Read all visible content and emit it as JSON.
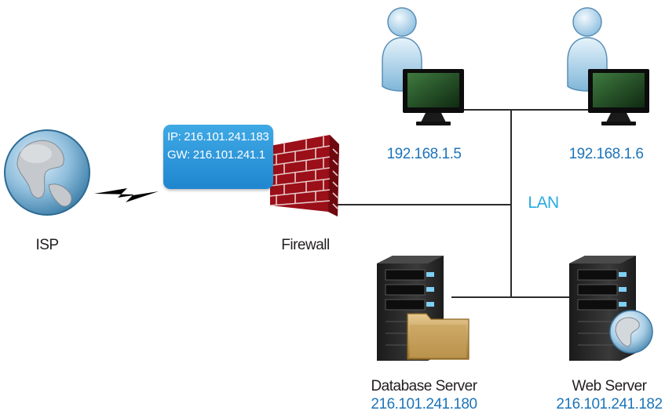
{
  "isp": {
    "label": "ISP",
    "icon": "globe-icon"
  },
  "link": {
    "icon": "lightning-bolt-icon"
  },
  "firewall": {
    "label": "Firewall",
    "icon": "brick-wall-icon",
    "ip": "IP: 216.101.241.183",
    "gw": "GW: 216.101.241.1",
    "color": "#b5121b"
  },
  "workstations": [
    {
      "ip": "192.168.1.5",
      "icon": "user-workstation-icon"
    },
    {
      "ip": "192.168.1.6",
      "icon": "user-workstation-icon"
    }
  ],
  "lan": {
    "label": "LAN"
  },
  "servers": [
    {
      "name": "Database Server",
      "ip": "216.101.241.180",
      "icon": "database-server-icon"
    },
    {
      "name": "Web Server",
      "ip": "216.101.241.182",
      "icon": "web-server-icon"
    }
  ],
  "colors": {
    "label_blue": "#1d74b9",
    "lan_cyan": "#29abe2",
    "callout_blue": "#2a93d8"
  }
}
